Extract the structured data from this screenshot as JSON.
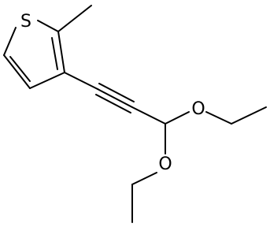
{
  "molecule": {
    "atoms": {
      "sulfur": "S",
      "oxygen_upper": "O",
      "oxygen_lower": "O"
    },
    "bond_color": "#000000",
    "background_color": "#ffffff"
  }
}
